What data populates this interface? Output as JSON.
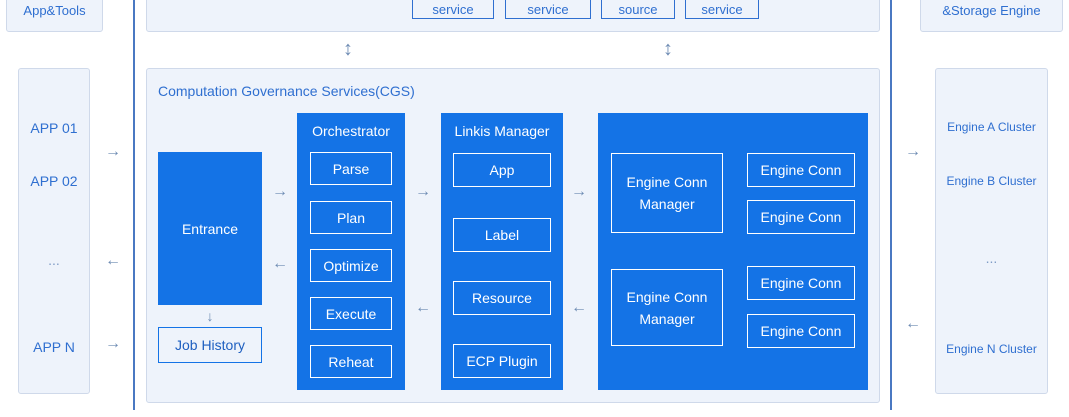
{
  "top": {
    "left_label": "App&Tools",
    "right_label": "&Storage Engine",
    "boxes": [
      "service",
      "service",
      "source",
      "service"
    ]
  },
  "left_panel": {
    "items": [
      "APP 01",
      "APP 02",
      "...",
      "APP N"
    ]
  },
  "right_panel": {
    "items": [
      "Engine A Cluster",
      "Engine B Cluster",
      "...",
      "Engine N Cluster"
    ]
  },
  "cgs": {
    "title": "Computation Governance Services(CGS)",
    "entrance": "Entrance",
    "job_history": "Job History",
    "orchestrator": {
      "title": "Orchestrator",
      "items": [
        "Parse",
        "Plan",
        "Optimize",
        "Execute",
        "Reheat"
      ]
    },
    "manager": {
      "title": "Linkis Manager",
      "items": [
        "App",
        "Label",
        "Resource",
        "ECP Plugin"
      ]
    },
    "engine": {
      "ecm": "Engine Conn\nManager",
      "ec": "Engine Conn"
    }
  },
  "arrows": {
    "right": "→",
    "left": "←",
    "down": "↓",
    "updown": "↕"
  },
  "colors": {
    "primary": "#1473e6",
    "panel": "#eef3fb",
    "text": "#2f6fd0"
  }
}
